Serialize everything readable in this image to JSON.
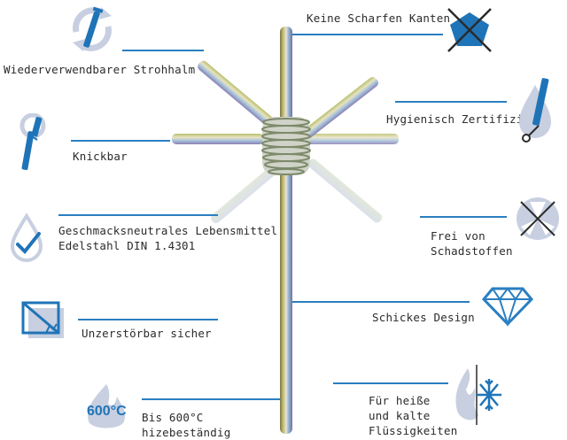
{
  "colors": {
    "accent": "#1f74b8",
    "line": "#2a7fc1",
    "icon_light": "#c7cfe0",
    "text": "#2b2b2b"
  },
  "features_left": [
    {
      "label": "Wiederverwendbarer Strohhalm",
      "icon": "reusable-straw-icon"
    },
    {
      "label": "Knickbar",
      "icon": "bendable-straw-icon"
    },
    {
      "label": "Geschmacksneutrales Lebensmittel",
      "label2": "Edelstahl DIN 1.4301",
      "icon": "taste-neutral-drop-icon"
    },
    {
      "label": "Unzerstörbar sicher",
      "icon": "unbreakable-icon"
    },
    {
      "label": "Bis 600°C",
      "label2": "hizebeständig",
      "icon": "fire-600-icon",
      "icon_text": "600°C"
    }
  ],
  "features_right": [
    {
      "label": "Keine Scharfen Kanten",
      "icon": "no-sharp-edges-icon"
    },
    {
      "label": "Hygienisch Zertifiziert",
      "icon": "hygiene-certified-icon"
    },
    {
      "label": "Frei von",
      "label2": "Schadstoffen",
      "icon": "pollutant-free-icon"
    },
    {
      "label": "Schickes Design",
      "icon": "diamond-icon"
    },
    {
      "label": "Für heiße",
      "label2": "und kalte",
      "label3": "Flüssigkeiten",
      "icon": "hot-cold-icon"
    }
  ]
}
